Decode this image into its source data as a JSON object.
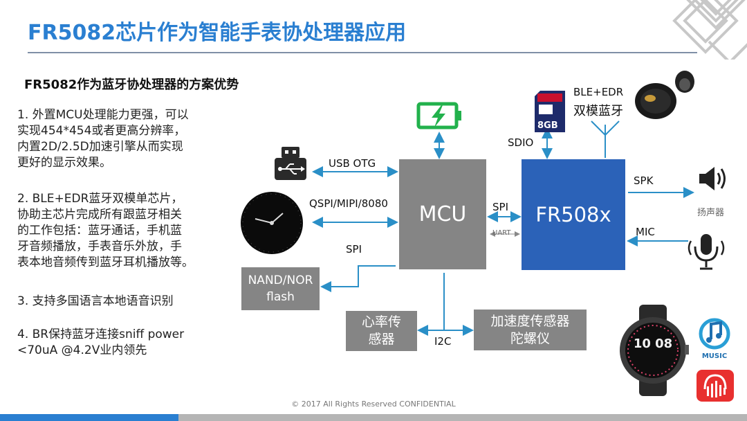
{
  "title": "FR5082芯片作为智能手表协处理器应用",
  "subtitle": "FR5082作为蓝牙协处理器的方案优势",
  "points": [
    [
      "1. 外置MCU处理能力更强，可以",
      "实现454*454或者更高分辨率，",
      "内置2D/2.5D加速引擎从而实现",
      "更好的显示效果。"
    ],
    [
      "2. BLE+EDR蓝牙双模单芯片，",
      "协助主芯片完成所有跟蓝牙相关",
      "的工作包括：蓝牙通话，手机蓝",
      "牙音频播放，手表音乐外放，手",
      "表本地音频传到蓝牙耳机播放等。"
    ],
    [
      "3. 支持多国语言本地语音识别"
    ],
    [
      "4. BR保持蓝牙连接sniff power",
      "<70uA @4.2V业内领先"
    ]
  ],
  "blocks": {
    "mcu": "MCU",
    "fr": "FR508x",
    "nand_line1": "NAND/NOR",
    "nand_line2": "flash",
    "heart_line1": "心率传",
    "heart_line2": "感器",
    "accel_line1": "加速度传感器",
    "accel_line2": "陀螺仪"
  },
  "labels": {
    "usb_otg": "USB OTG",
    "qspi": "QSPI/MIPI/8080",
    "spi_left": "SPI",
    "spi_mid": "SPI",
    "uart": "UART",
    "i2c": "I2C",
    "sdio": "SDIO",
    "ble_edr": "BLE+EDR",
    "dual_mode": "双模蓝牙",
    "spk": "SPK",
    "mic": "MIC",
    "speaker": "扬声器",
    "sd_size": "8GB",
    "watch_time": "10 08",
    "music": "MUSIC"
  },
  "footer": {
    "copyright": "© 2017 All Rights Reserved CONFIDENTIAL"
  },
  "colors": {
    "title": "#2a7fd1",
    "fr_block": "#2b62b8",
    "grey_block": "#858585",
    "arrow": "#2a8fc7",
    "battery": "#22b14c"
  }
}
